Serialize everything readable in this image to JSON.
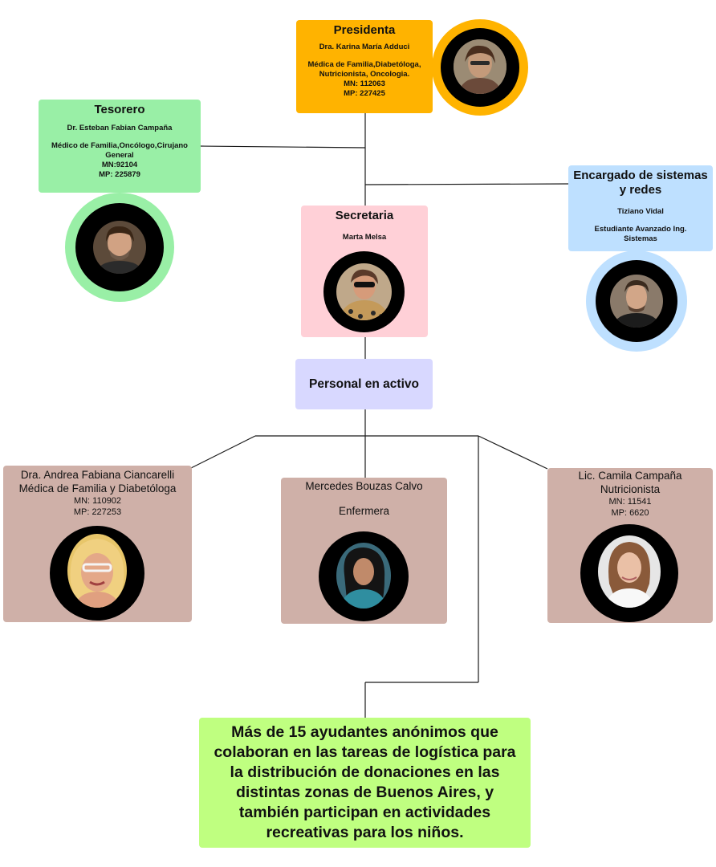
{
  "nodes": {
    "presidenta": {
      "role": "Presidenta",
      "name": "Dra. Karina María Adduci",
      "specialty": "Médica de Familia,Diabetóloga, Nutricionista, Oncologia.",
      "mn": "MN: 112063",
      "mp": "MP: 227425",
      "color": "#FFB300"
    },
    "tesorero": {
      "role": "Tesorero",
      "name": "Dr. Esteban Fabian Campaña",
      "specialty": "Médico de Familia,Oncólogo,Cirujano General",
      "mn": "MN:92104",
      "mp": "MP: 225879",
      "color": "#99EFA6"
    },
    "secretaria": {
      "role": "Secretaria",
      "name": "Marta Melsa",
      "color": "#FFD0D7"
    },
    "sistemas": {
      "role": "Encargado de sistemas y redes",
      "name": "Tiziano Vidal",
      "specialty": "Estudiante Avanzado Ing. Sistemas",
      "color": "#BEE0FF"
    },
    "personal": {
      "label": "Personal en activo",
      "color": "#D8D8FF"
    },
    "andrea": {
      "name": "Dra. Andrea Fabiana Ciancarelli",
      "specialty": "Médica de Familia y Diabetóloga",
      "mn": "MN: 110902",
      "mp": "MP: 227253",
      "color": "#CFB0A8"
    },
    "mercedes": {
      "name": "Mercedes Bouzas Calvo",
      "specialty": "Enfermera",
      "color": "#CFB0A8"
    },
    "camila": {
      "name": "Lic. Camila Campaña",
      "specialty": "Nutricionista",
      "mn": "MN: 11541",
      "mp": "MP: 6620",
      "color": "#CFB0A8"
    },
    "ayudantes": {
      "text": "Más de 15 ayudantes anónimos que colaboran en las tareas de logística para la distribución de donaciones en las distintas zonas de Buenos Aires, y también participan en actividades recreativas para los niños.",
      "color": "#BFFF80"
    }
  }
}
